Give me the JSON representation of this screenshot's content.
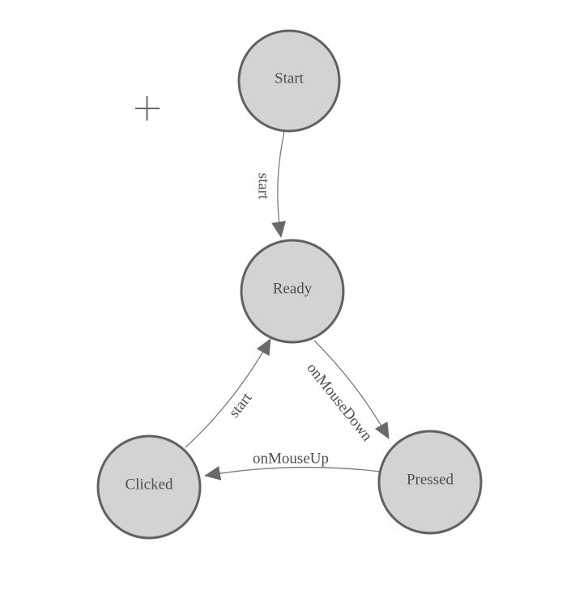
{
  "colors": {
    "background": "#ffffff",
    "node_fill": "#d3d3d3",
    "node_stroke": "#616161",
    "node_text": "#4e4e4e",
    "edge_stroke": "#7d7d7d",
    "edge_text": "#4e4e4e",
    "arrow_fill": "#6a6a6a",
    "plus_icon_color": "#6a6a6a"
  },
  "icons": {
    "plus": "crosshair-add"
  },
  "diagram": {
    "type": "state-machine",
    "nodes": [
      {
        "id": "start",
        "label": "Start"
      },
      {
        "id": "ready",
        "label": "Ready"
      },
      {
        "id": "clicked",
        "label": "Clicked"
      },
      {
        "id": "pressed",
        "label": "Pressed"
      }
    ],
    "edges": [
      {
        "from": "Start",
        "to": "Ready",
        "label": "start"
      },
      {
        "from": "Ready",
        "to": "Pressed",
        "label": "onMouseDown"
      },
      {
        "from": "Pressed",
        "to": "Clicked",
        "label": "onMouseUp"
      },
      {
        "from": "Clicked",
        "to": "Ready",
        "label": "start"
      }
    ]
  }
}
